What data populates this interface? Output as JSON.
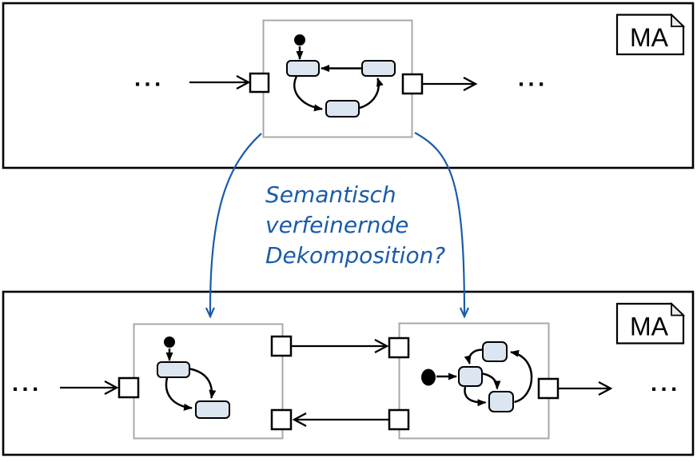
{
  "annotation": {
    "lines": [
      "Semantisch",
      "verfeinernde",
      "Dekomposition?"
    ]
  },
  "top_panel": {
    "doc_label": "MA",
    "ellipsis_left": "...",
    "ellipsis_right": "..."
  },
  "bottom_panel": {
    "doc_label": "MA",
    "ellipsis_left": "...",
    "ellipsis_right": "..."
  },
  "colors": {
    "accent_blue": "#1a5ca9",
    "state_fill": "#dce6f1",
    "component_border": "#a8a8a8"
  }
}
